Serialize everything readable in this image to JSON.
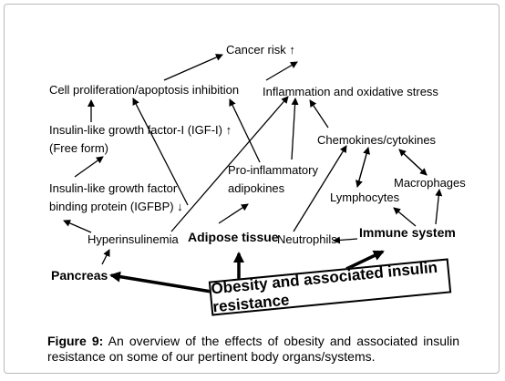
{
  "labels": {
    "cancer_risk": "Cancer risk ↑",
    "cell_proliferation": "Cell proliferation/apoptosis inhibition",
    "inflammation": "Inflammation and oxidative stress",
    "igf1_line1": "Insulin-like growth factor-I (IGF-I) ↑",
    "igf1_line2": "(Free form)",
    "chemokines": "Chemokines/cytokines",
    "proinflammatory_line1": "Pro-inflammatory",
    "proinflammatory_line2": "adipokines",
    "igfbp_line1": "Insulin-like growth factor",
    "igfbp_line2": "binding protein (IGFBP) ↓",
    "macrophages": "Macrophages",
    "lymphocytes": "Lymphocytes",
    "hyperinsulinemia": "Hyperinsulinemia",
    "adipose_tissue": "Adipose tissue",
    "immune_system": "Immune system",
    "neutrophils": "Neutrophils",
    "pancreas": "Pancreas",
    "obesity": "Obesity and associated insulin resistance"
  },
  "caption": {
    "figure_label": "Figure 9:",
    "text": " An overview of the effects of obesity and associated insulin resistance on some of our pertinent body organs/systems."
  }
}
